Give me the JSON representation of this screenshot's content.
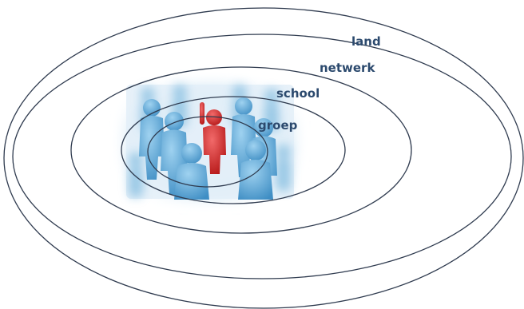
{
  "diagram": {
    "rings": [
      {
        "label": "land"
      },
      {
        "label": "netwerk"
      },
      {
        "label": "school"
      },
      {
        "label": "groep"
      }
    ],
    "picture": {
      "subject": "crowd of figures with one raised-hand figure",
      "crowd_color": "#5aa7d6",
      "highlight_color": "#d11f1f"
    },
    "label_color": "#2c4a6e",
    "ring_color": "#2f3b4f"
  }
}
